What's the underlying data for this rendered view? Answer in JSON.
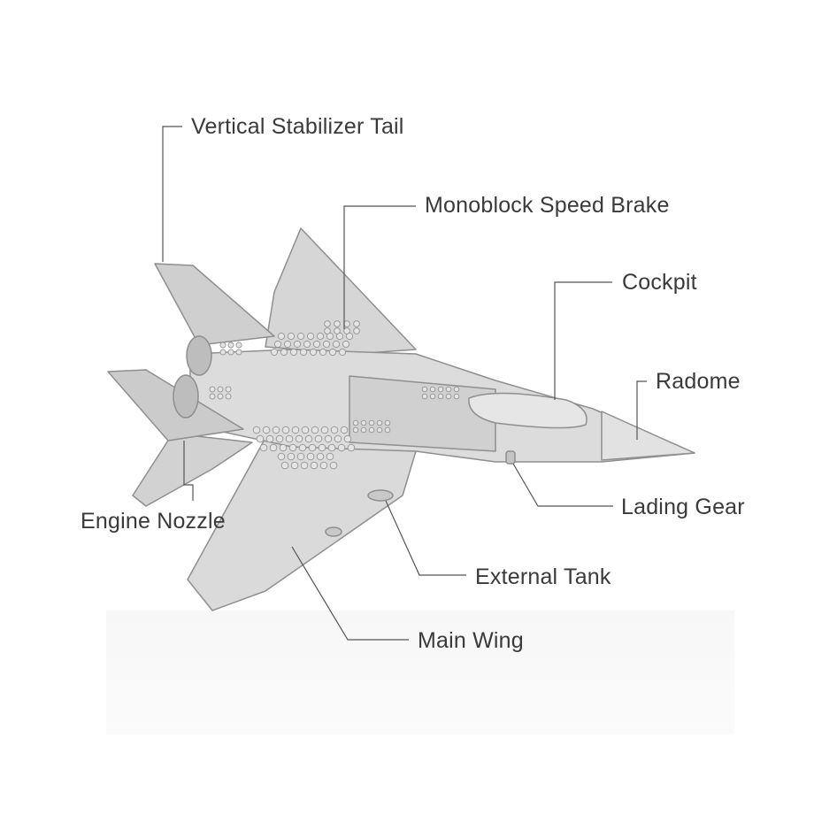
{
  "labels": {
    "vertical_stabilizer_tail": "Vertical Stabilizer Tail",
    "monoblock_speed_brake": "Monoblock Speed Brake",
    "cockpit": "Cockpit",
    "radome": "Radome",
    "landing_gear": "Lading Gear",
    "engine_nozzle": "Engine Nozzle",
    "external_tank": "External Tank",
    "main_wing": "Main Wing"
  },
  "colors": {
    "aircraft": "#d9d9d9",
    "aircraft_shadow": "#bdbdbd",
    "outline": "#8f8f8f",
    "leader_line": "#555555",
    "label_text": "#3a3a3a"
  }
}
